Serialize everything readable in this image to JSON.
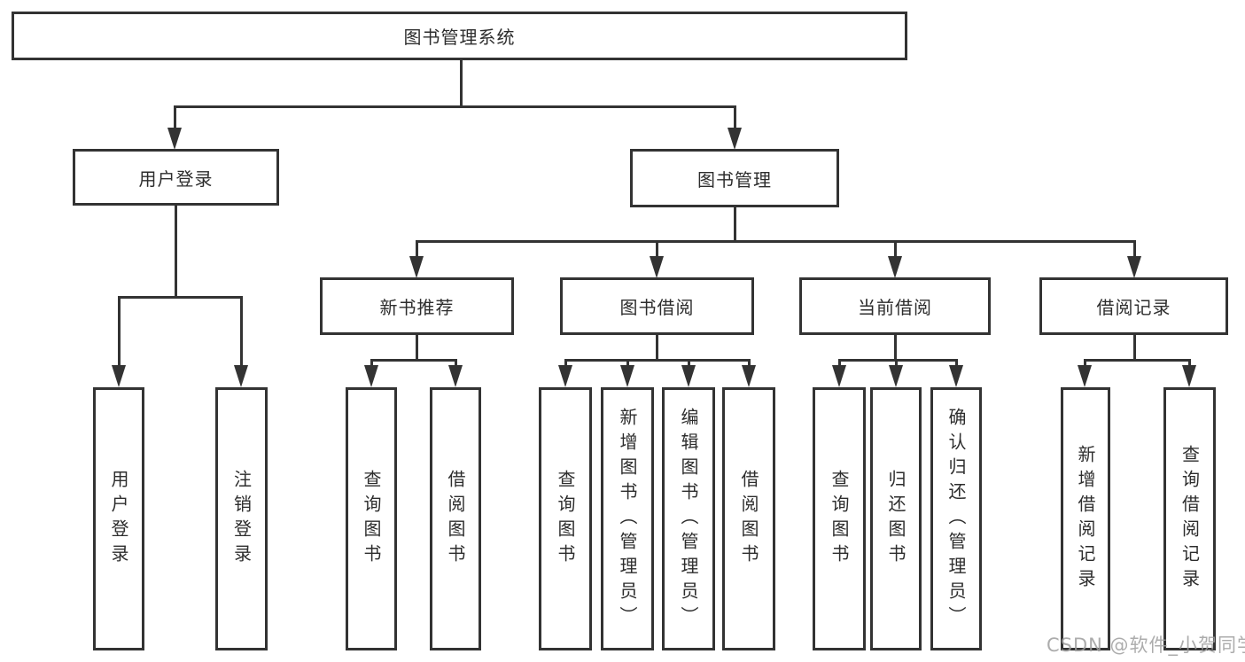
{
  "tree": {
    "root": {
      "label": "图书管理系统"
    },
    "branches": [
      {
        "label": "用户登录",
        "leaves": [
          {
            "label": "用户登录"
          },
          {
            "label": "注销登录"
          }
        ]
      },
      {
        "label": "图书管理",
        "sections": [
          {
            "label": "新书推荐",
            "leaves": [
              {
                "label": "查询图书"
              },
              {
                "label": "借阅图书"
              }
            ]
          },
          {
            "label": "图书借阅",
            "leaves": [
              {
                "label": "查询图书"
              },
              {
                "label": "新增图书（管理员）"
              },
              {
                "label": "编辑图书（管理员）"
              },
              {
                "label": "借阅图书"
              }
            ]
          },
          {
            "label": "当前借阅",
            "leaves": [
              {
                "label": "查询图书"
              },
              {
                "label": "归还图书"
              },
              {
                "label": "确认归还（管理员）"
              }
            ]
          },
          {
            "label": "借阅记录",
            "leaves": [
              {
                "label": "新增借阅记录"
              },
              {
                "label": "查询借阅记录"
              }
            ]
          }
        ]
      }
    ]
  },
  "watermark": {
    "text": "CSDN @软件_小贺同学"
  },
  "colors": {
    "line": "#333333",
    "box_border": "#333333",
    "text": "#2d2d2d",
    "background": "#ffffff",
    "watermark": "#9e9e9e"
  }
}
